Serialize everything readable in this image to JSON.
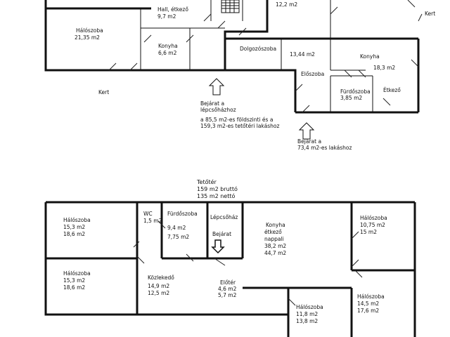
{
  "top_plan": {
    "rooms": {
      "haloszoba": {
        "name": "Hálószoba",
        "area": "21,35 m2"
      },
      "hall": {
        "name": "Hall, étkező",
        "area": "9,7 m2"
      },
      "konyha_left": {
        "name": "Konyha",
        "area": "6,6 m2"
      },
      "top_right_area": {
        "area": "12,2 m2"
      },
      "dolgozoszoba": {
        "name": "Dolgozószoba"
      },
      "mid_area": {
        "area": "13,44 m2"
      },
      "konyha_right": {
        "name": "Konyha",
        "area": "18,3 m2"
      },
      "eloszoba": {
        "name": "Előszoba"
      },
      "furdoszoba": {
        "name": "Fürdőszoba",
        "area": "3,85 m2"
      },
      "etkezo": {
        "name": "Étkező"
      }
    },
    "labels": {
      "kert_left": "Kert",
      "kert_right": "Kert",
      "bejarat_1_line1": "Bejárat a",
      "bejarat_1_line2": "lépcsőházhoz",
      "note_line1": "a 85,5 m2-es földszinti és a",
      "note_line2": "159,3 m2-es tetőtéri lakáshoz",
      "bejarat_2_line1": "Bejárat a",
      "bejarat_2_line2": "73,4 m2-es lakáshoz"
    }
  },
  "bottom_plan": {
    "title": {
      "line1": "Tetőtér",
      "line2": "159 m2 bruttó",
      "line3": "135 m2 nettó"
    },
    "rooms": {
      "halo_1": {
        "name": "Hálószoba",
        "a1": "15,3 m2",
        "a2": "18,6 m2"
      },
      "wc": {
        "name": "WC",
        "a1": "1,5 m2"
      },
      "furdo": {
        "name": "Fürdőszoba",
        "a1": "9,4 m2",
        "a2": "7,75 m2"
      },
      "lepcsohaz": {
        "name": "Lépcsőház",
        "sub": "Bejárat"
      },
      "konyha": {
        "name": "Konyha",
        "n2": "étkező",
        "n3": "nappali",
        "a1": "38,2 m2",
        "a2": "44,7 m2"
      },
      "halo_2": {
        "name": "Hálószoba",
        "a1": "10,75 m2",
        "a2": "15 m2"
      },
      "halo_3": {
        "name": "Hálószoba",
        "a1": "15,3 m2",
        "a2": "18,6 m2"
      },
      "kozlekedo": {
        "name": "Közlekedő",
        "a1": "14,9 m2",
        "a2": "12,5 m2"
      },
      "eloter": {
        "name": "Előtér",
        "a1": "4,6 m2",
        "a2": "5,7 m2"
      },
      "halo_4": {
        "name": "Hálószoba",
        "a1": "11,8 m2",
        "a2": "13,8 m2"
      },
      "halo_5": {
        "name": "Hálószoba",
        "a1": "14,5 m2",
        "a2": "17,6 m2"
      }
    }
  }
}
